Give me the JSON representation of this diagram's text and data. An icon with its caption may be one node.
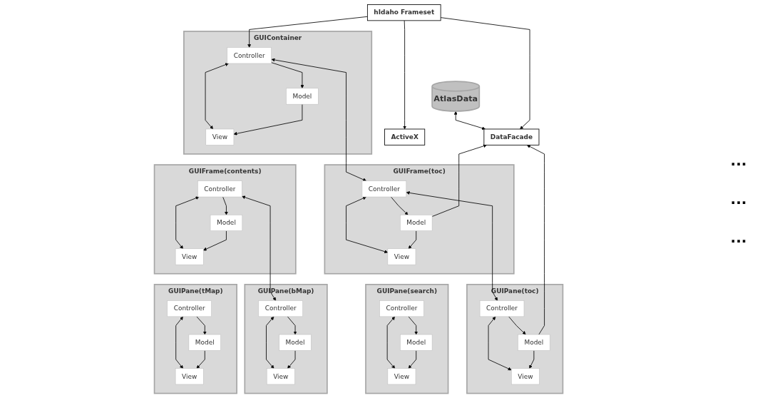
{
  "diagram": {
    "nodes": [
      {
        "text": [
          "AtlasData"
        ]
      },
      {
        "text": [
          "hIdaho Frameset"
        ]
      },
      {
        "text": [
          "DataFacade"
        ]
      },
      {
        "text": [
          "ActiveX"
        ]
      },
      {
        "text": [
          "GUIContainer"
        ]
      },
      {
        "text": [
          "Controller"
        ],
        "in": 4
      },
      {
        "text": [
          "Model"
        ],
        "in": 4
      },
      {
        "text": [
          "View"
        ],
        "in": 4
      },
      {
        "text": [
          "GUIFrame(toc)"
        ]
      },
      {
        "text": [
          "Controller"
        ],
        "in": 8
      },
      {
        "text": [
          "Model"
        ],
        "in": 8
      },
      {
        "text": [
          "View"
        ],
        "in": 8
      },
      {
        "text": [
          "GUIFrame(contents)"
        ]
      },
      {
        "text": [
          "Controller"
        ],
        "in": 12
      },
      {
        "text": [
          "Model"
        ],
        "in": 12
      },
      {
        "text": [
          "View"
        ],
        "in": 12
      },
      {
        "text": [
          "GUIPane(toc)"
        ]
      },
      {
        "text": [
          "Controller"
        ],
        "in": 16
      },
      {
        "text": [
          "Model"
        ],
        "in": 16
      },
      {
        "text": [
          "View"
        ],
        "in": 16
      },
      {
        "text": [
          "GUIPane(search)"
        ]
      },
      {
        "text": [
          "Controller"
        ],
        "in": 20
      },
      {
        "text": [
          "Model"
        ],
        "in": 20
      },
      {
        "text": [
          "View"
        ],
        "in": 20
      },
      {
        "text": [
          "GUIPane(bMap)"
        ]
      },
      {
        "text": [
          "Controller"
        ],
        "in": 24
      },
      {
        "text": [
          "Model"
        ],
        "in": 24
      },
      {
        "text": [
          "View"
        ],
        "in": 24
      },
      {
        "text": [
          "GUIPane(tMap)"
        ]
      },
      {
        "text": [
          "Controller"
        ],
        "in": 28
      },
      {
        "text": [
          "Model"
        ],
        "in": 28
      },
      {
        "text": [
          "View"
        ],
        "in": 28
      }
    ],
    "edges": [
      {
        "from": 0,
        "to": 2,
        "arrow": "both"
      },
      {
        "from": 1,
        "to": 5,
        "arrow": "to"
      },
      {
        "from": 1,
        "to": 2,
        "arrow": "to"
      },
      {
        "from": 1,
        "to": 3,
        "arrow": "to"
      },
      {
        "from": 5,
        "to": 9,
        "arrow": "both"
      },
      {
        "from": 5,
        "to": 6,
        "arrow": "to"
      },
      {
        "from": 5,
        "to": 7,
        "arrow": "both"
      },
      {
        "from": 6,
        "to": 7,
        "arrow": "to"
      },
      {
        "from": 9,
        "to": 10,
        "arrow": "to"
      },
      {
        "from": 9,
        "to": 11,
        "arrow": "both"
      },
      {
        "from": 10,
        "to": 11,
        "arrow": "to"
      },
      {
        "from": 10,
        "to": 2,
        "arrow": "to"
      },
      {
        "from": 9,
        "to": 17,
        "arrow": "both"
      },
      {
        "from": 13,
        "to": 14,
        "arrow": "to"
      },
      {
        "from": 13,
        "to": 15,
        "arrow": "both"
      },
      {
        "from": 14,
        "to": 15,
        "arrow": "to"
      },
      {
        "from": 13,
        "to": 25,
        "arrow": "both"
      },
      {
        "from": 17,
        "to": 18,
        "arrow": "to"
      },
      {
        "from": 17,
        "to": 19,
        "arrow": "both"
      },
      {
        "from": 18,
        "to": 19,
        "arrow": "to"
      },
      {
        "from": 18,
        "to": 2,
        "arrow": "to"
      },
      {
        "from": 21,
        "to": 22,
        "arrow": "to"
      },
      {
        "from": 21,
        "to": 23,
        "arrow": "both"
      },
      {
        "from": 22,
        "to": 23,
        "arrow": "to"
      },
      {
        "from": 25,
        "to": 26,
        "arrow": "to"
      },
      {
        "from": 25,
        "to": 27,
        "arrow": "both"
      },
      {
        "from": 26,
        "to": 27,
        "arrow": "to"
      },
      {
        "from": 29,
        "to": 30,
        "arrow": "to"
      },
      {
        "from": 29,
        "to": 31,
        "arrow": "both"
      },
      {
        "from": 30,
        "to": 31,
        "arrow": "to"
      }
    ],
    "labels": [
      "...",
      "...",
      "..."
    ]
  }
}
